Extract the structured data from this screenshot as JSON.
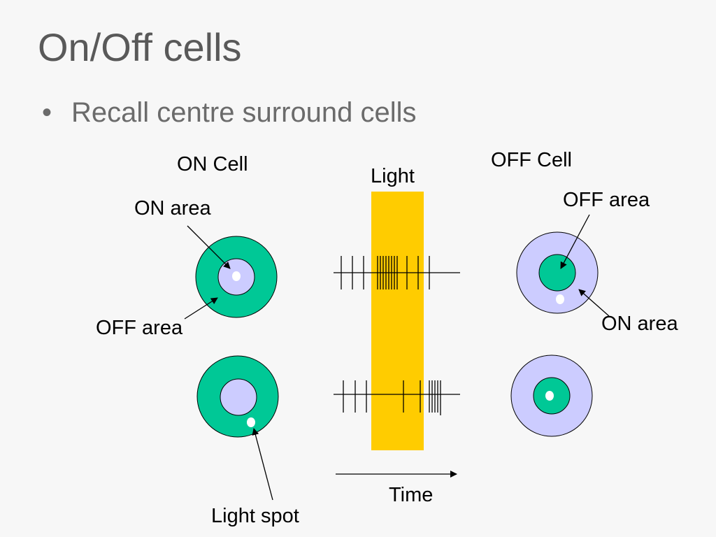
{
  "slide": {
    "title": "On/Off cells",
    "bullet": "Recall centre surround cells"
  },
  "diagram": {
    "on_cell_label": "ON Cell",
    "off_cell_label": "OFF Cell",
    "light_label": "Light",
    "on_cell_center_label": "ON area",
    "on_cell_surround_label": "OFF area",
    "off_cell_center_label": "OFF area",
    "off_cell_surround_label": "ON area",
    "time_label": "Time",
    "light_spot_label": "Light spot"
  },
  "colors": {
    "green_area": "#00c896",
    "lavender_area": "#ccccff",
    "light_band": "#ffcc00",
    "spot": "#ffffff"
  }
}
